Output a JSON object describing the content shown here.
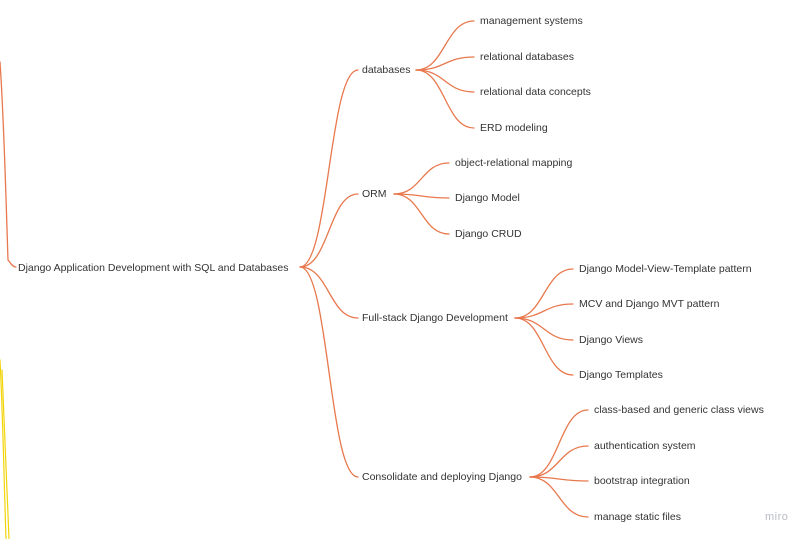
{
  "colors": {
    "branch": "#e8784d",
    "left_branch": "#e8784d",
    "yellow_branch": "#f2d40a",
    "text": "#333333",
    "watermark": "#b9bcc3"
  },
  "mindmap": {
    "root": "Django Application Development with SQL and Databases",
    "branches": [
      {
        "label": "databases",
        "children": [
          "management systems",
          "relational databases",
          "relational data concepts",
          "ERD modeling"
        ]
      },
      {
        "label": "ORM",
        "children": [
          "object-relational mapping",
          "Django Model",
          "Django CRUD"
        ]
      },
      {
        "label": "Full-stack Django Development",
        "children": [
          "Django Model-View-Template pattern",
          "MCV and Django MVT pattern",
          "Django Views",
          "Django Templates"
        ]
      },
      {
        "label": "Consolidate and deploying Django",
        "children": [
          "class-based and generic class views",
          "authentication system",
          "bootstrap integration",
          "manage static files"
        ]
      }
    ]
  },
  "watermark": "miro"
}
